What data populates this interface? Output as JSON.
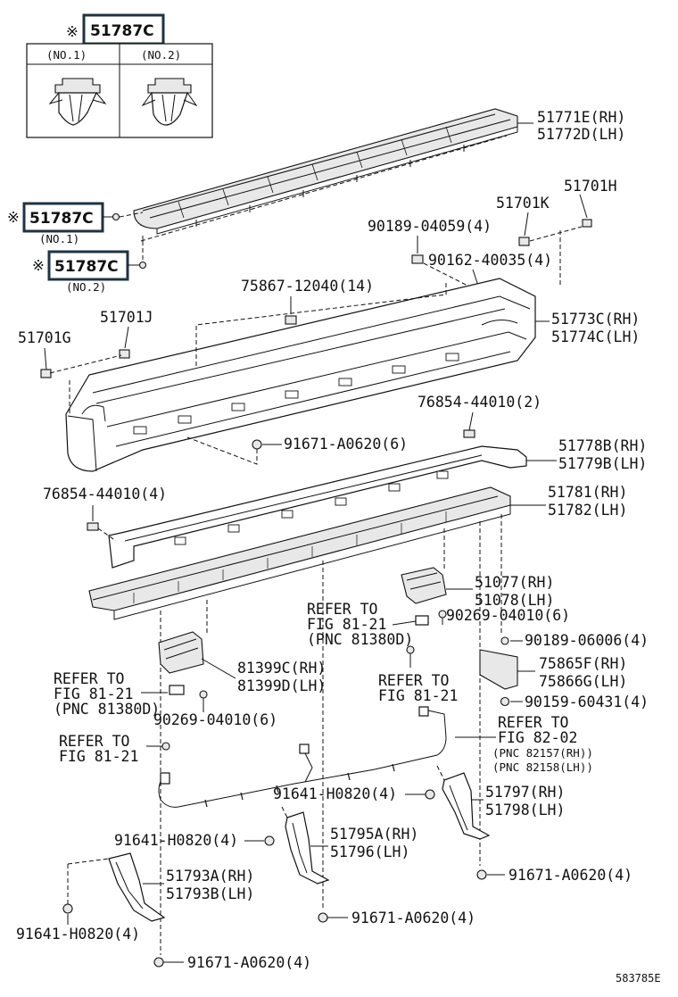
{
  "diagram": {
    "ref_code": "583785E",
    "clip_table": {
      "mark": "※",
      "part_no": "51787C",
      "cols": [
        "(NO.1)",
        "(NO.2)"
      ]
    },
    "clip_callouts": [
      {
        "mark": "※",
        "part_no": "51787C",
        "variant": "(NO.1)"
      },
      {
        "mark": "※",
        "part_no": "51787C",
        "variant": "(NO.2)"
      }
    ],
    "labels": {
      "l_51771": [
        "51771E(RH)",
        "51772D(LH)"
      ],
      "l_51701H": "51701H",
      "l_51701K": "51701K",
      "l_90189_04059": "90189-04059(4)",
      "l_90162": "90162-40035(4)",
      "l_75867": "75867-12040(14)",
      "l_51773": [
        "51773C(RH)",
        "51774C(LH)"
      ],
      "l_51701J": "51701J",
      "l_51701G": "51701G",
      "l_76854_a": "76854-44010(2)",
      "l_91671_a": "91671-A0620(6)",
      "l_51778": [
        "51778B(RH)",
        "51779B(LH)"
      ],
      "l_76854_b": "76854-44010(4)",
      "l_51781": [
        "51781(RH)",
        "51782(LH)"
      ],
      "l_51077": [
        "51077(RH)",
        "51078(LH)"
      ],
      "l_refer1": [
        "REFER TO",
        "FIG 81-21",
        "(PNC 81380D)"
      ],
      "l_90269_a": "90269-04010(6)",
      "l_90189_06006": "90189-06006(4)",
      "l_refer2": [
        "REFER TO",
        "FIG 81-21",
        "(PNC 81380D)"
      ],
      "l_81399": [
        "81399C(RH)",
        "81399D(LH)"
      ],
      "l_refer3": [
        "REFER TO",
        "FIG 81-21"
      ],
      "l_75865": [
        "75865F(RH)",
        "75866G(LH)"
      ],
      "l_90159": "90159-60431(4)",
      "l_90269_b": "90269-04010(6)",
      "l_refer4": [
        "REFER TO",
        "FIG 82-02",
        "(PNC 82157(RH))",
        "(PNC 82158(LH))"
      ],
      "l_refer5": [
        "REFER TO",
        "FIG 81-21"
      ],
      "l_91641_a": "91641-H0820(4)",
      "l_51797": [
        "51797(RH)",
        "51798(LH)"
      ],
      "l_91641_b": "91641-H0820(4)",
      "l_51795": [
        "51795A(RH)",
        "51796(LH)"
      ],
      "l_91671_b": "91671-A0620(4)",
      "l_51793": [
        "51793A(RH)",
        "51793B(LH)"
      ],
      "l_91641_c": "91641-H0820(4)",
      "l_91671_c": "91671-A0620(4)",
      "l_91671_d": "91671-A0620(4)"
    }
  }
}
